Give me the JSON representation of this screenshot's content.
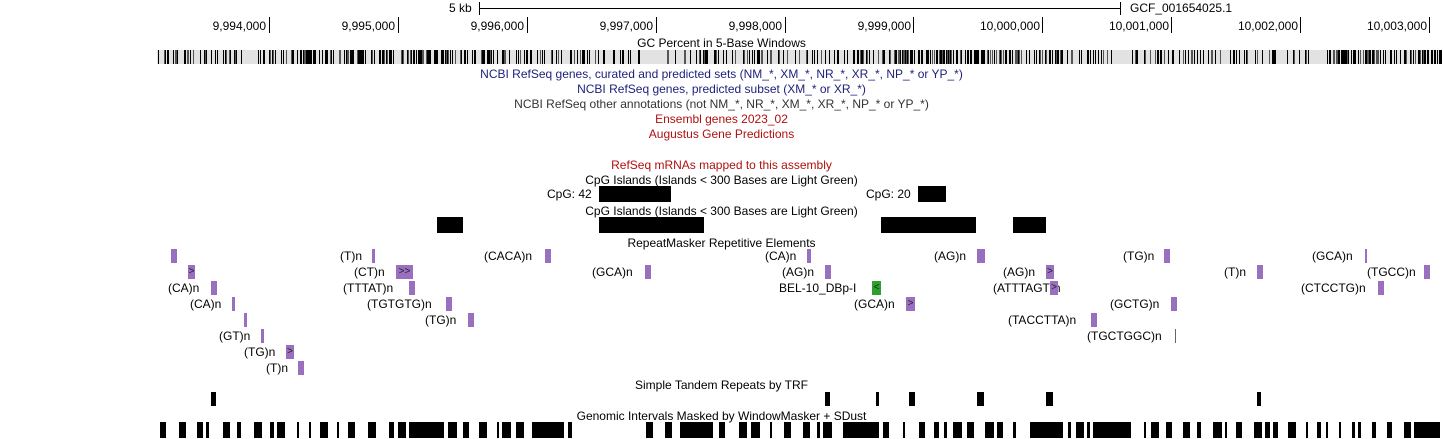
{
  "scale": {
    "label": "5 kb",
    "assembly": "GCF_001654025.1"
  },
  "ruler": {
    "ticks": [
      "9,994,000",
      "9,995,000",
      "9,996,000",
      "9,997,000",
      "9,998,000",
      "9,999,000",
      "10,000,000",
      "10,001,000",
      "10,002,000",
      "10,003,000"
    ]
  },
  "tracks": {
    "gc_percent": "GC Percent in 5-Base Windows",
    "refseq_curated": "NCBI RefSeq genes, curated and predicted sets (NM_*, XM_*, NR_*, XR_*, NP_* or YP_*)",
    "refseq_predicted": "NCBI RefSeq genes, predicted subset (XM_* or XR_*)",
    "refseq_other": "NCBI RefSeq other annotations (not NM_*, NR_*, XM_*, XR_*, NP_* or YP_*)",
    "ensembl": "Ensembl genes 2023_02",
    "augustus": "Augustus Gene Predictions",
    "refseq_mrna": "RefSeq mRNAs mapped to this assembly",
    "cpg1": "CpG Islands (Islands < 300 Bases are Light Green)",
    "cpg2": "CpG Islands (Islands < 300 Bases are Light Green)",
    "repeatmasker": "RepeatMasker Repetitive Elements",
    "trf": "Simple Tandem Repeats by TRF",
    "windowmasker": "Genomic Intervals Masked by WindowMasker + SDust"
  },
  "cpg_labels": {
    "a": "CpG: 42",
    "b": "CpG: 20"
  },
  "repeats": {
    "r0": "(T)n",
    "r1": "(CACA)n",
    "r2": "(CA)n",
    "r3": "(AG)n",
    "r4": "(TG)n",
    "r5": "(GCA)n",
    "r6": "(CT)n",
    "r7": "(GCA)n",
    "r8": "(AG)n",
    "r9": "(AG)n",
    "r10": "(T)n",
    "r11": "(TGCC)n",
    "r12": "(CA)n",
    "r13": "(TTTAT)n",
    "r14": "BEL-10_DBp-I",
    "r15": "(ATTTAGT)n",
    "r16": "(CTCCTG)n",
    "r17": "(CA)n",
    "r18": "(TGTGTG)n",
    "r19": "(GCA)n",
    "r20": "(GCTG)n",
    "r21": "(TG)n",
    "r22": "(TACCTTA)n",
    "r23": "(GT)n",
    "r24": "(TGCTGGC)n",
    "r25": "(TG)n",
    "r26": "(T)n"
  },
  "arrow_glyph": ">",
  "arrow_left_glyph": "<",
  "colors": {
    "repeat": "#9b6fc0",
    "bel": "#2ca02c",
    "navy": "#1c1f7a",
    "red": "#b01010"
  }
}
